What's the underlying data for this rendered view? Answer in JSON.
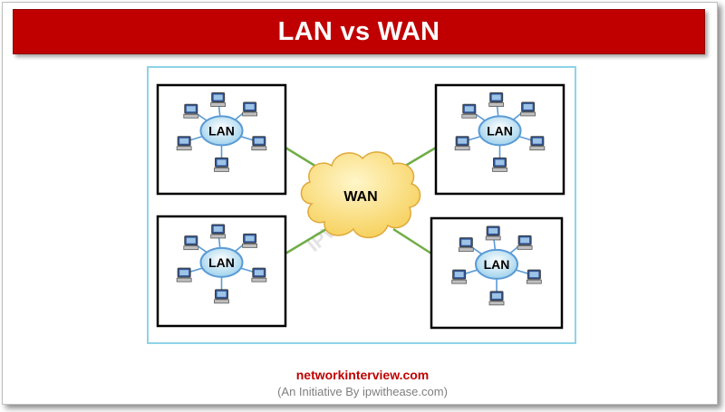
{
  "title": "LAN vs WAN",
  "diagram": {
    "wan_label": "WAN",
    "lan_label": "LAN",
    "lans": [
      {
        "id": "top-left"
      },
      {
        "id": "bottom-left"
      },
      {
        "id": "top-right"
      },
      {
        "id": "bottom-right"
      }
    ],
    "watermark": "IPWITHEASE",
    "colors": {
      "link": "#70ad47",
      "cloud": "#fde58a",
      "hub": "#c9e8f7",
      "frame": "#8fd3e8",
      "box": "#000000"
    }
  },
  "footer": {
    "site": "networkinterview.com",
    "subtitle": "(An Initiative By ipwithease.com)"
  },
  "colors": {
    "title_bar": "#c00000",
    "site_text": "#c00000",
    "subtitle_text": "#7f7f7f"
  }
}
